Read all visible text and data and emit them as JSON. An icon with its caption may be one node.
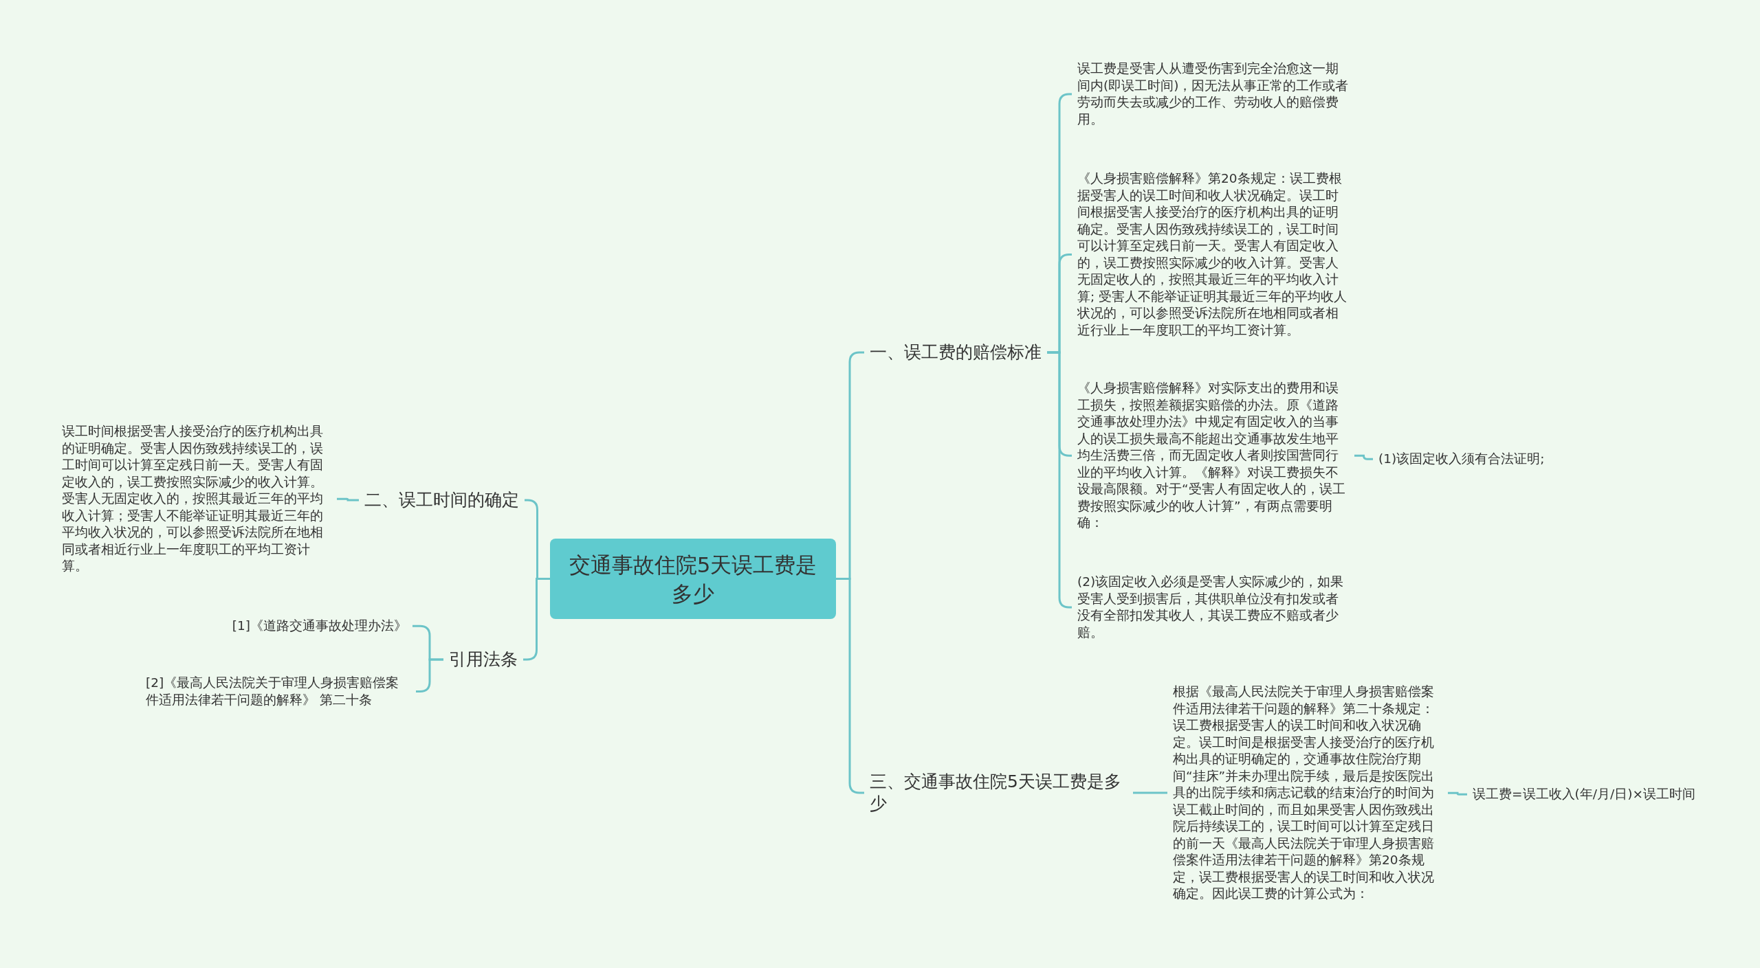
{
  "diagram": {
    "nodes": [
      {
        "text": [
          "交通事故住院5天误工费是多少"
        ]
      },
      {
        "text": [
          "一、误工费的赔偿标准"
        ]
      },
      {
        "text": [
          "误工费是受害人从遭受伤害到完全治愈这一期间内(即误工时间)，因无法从事正常的工作或者劳动而失去或减少的工作、劳动收人的赔偿费用。"
        ]
      },
      {
        "text": [
          "《人身损害赔偿解释》第20条规定：误工费根据受害人的误工时间和收人状况确定。误工时间根据受害人接受治疗的医疗机构出具的证明确定。受害人因伤致残持续误工的，误工时间可以计算至定残日前一天。受害人有固定收入的，误工费按照实际减少的收入计算。受害人无固定收人的，按照其最近三年的平均收入计算; 受害人不能举证证明其最近三年的平均收人状况的，可以参照受诉法院所在地相同或者相近行业上一年度职工的平均工资计算。"
        ]
      },
      {
        "text": [
          "《人身损害赔偿解释》对实际支出的费用和误工损失，按照差额据实赔偿的办法。原《道路交通事故处理办法》中规定有固定收入的当事人的误工损失最高不能超出交通事故发生地平均生活费三倍，而无固定收人者则按国营同行业的平均收入计算。《解释》对误工费损失不设最高限额。对于“受害人有固定收人的，误工费按照实际减少的收人计算”，有两点需要明确："
        ]
      },
      {
        "text": [
          "(1)该固定收入须有合法证明;"
        ]
      },
      {
        "text": [
          "(2)该固定收入必须是受害人实际减少的，如果受害人受到损害后，其供职单位没有扣发或者没有全部扣发其收人，其误工费应不赔或者少赔。"
        ]
      },
      {
        "text": [
          "三、交通事故住院5天误工费是多少"
        ]
      },
      {
        "text": [
          "根据《最高人民法院关于审理人身损害赔偿案件适用法律若干问题的解释》第二十条规定：误工费根据受害人的误工时间和收入状况确定。误工时间是根据受害人接受治疗的医疗机构出具的证明确定的，交通事故住院治疗期间“挂床”并未办理出院手续，最后是按医院出具的出院手续和病志记载的结束治疗的时间为误工截止时间的，而且如果受害人因伤致残出院后持续误工的，误工时间可以计算至定残日的前一天《最高人民法院关于审理人身损害赔偿案件适用法律若干问题的解释》第20条规定，误工费根据受害人的误工时间和收入状况确定。因此误工费的计算公式为："
        ]
      },
      {
        "text": [
          "误工费=误工收入(年/月/日)×误工时间"
        ]
      },
      {
        "text": [
          "二、误工时间的确定"
        ]
      },
      {
        "text": [
          "误工时间根据受害人接受治疗的医疗机构出具的证明确定。受害人因伤致残持续误工的，误工时间可以计算至定残日前一天。受害人有固定收入的，误工费按照实际减少的收入计算。受害人无固定收入的，按照其最近三年的平均收入计算；受害人不能举证证明其最近三年的平均收入状况的，可以参照受诉法院所在地相同或者相近行业上一年度职工的平均工资计算。"
        ]
      },
      {
        "text": [
          "引用法条"
        ]
      },
      {
        "text": [
          "[1]《道路交通事故处理办法》"
        ]
      },
      {
        "text": [
          "[2]《最高人民法院关于审理人身损害赔偿案件适用法律若干问题的解释》 第二十条"
        ]
      }
    ],
    "edges": [
      {
        "from": 0,
        "to": 1,
        "arrow": "none"
      },
      {
        "from": 0,
        "to": 7,
        "arrow": "none"
      },
      {
        "from": 0,
        "to": 10,
        "arrow": "none"
      },
      {
        "from": 0,
        "to": 12,
        "arrow": "none"
      },
      {
        "from": 1,
        "to": 2,
        "arrow": "none"
      },
      {
        "from": 1,
        "to": 3,
        "arrow": "none"
      },
      {
        "from": 1,
        "to": 4,
        "arrow": "none"
      },
      {
        "from": 1,
        "to": 6,
        "arrow": "none"
      },
      {
        "from": 4,
        "to": 5,
        "arrow": "none"
      },
      {
        "from": 7,
        "to": 8,
        "arrow": "none"
      },
      {
        "from": 8,
        "to": 9,
        "arrow": "none"
      },
      {
        "from": 10,
        "to": 11,
        "arrow": "none"
      },
      {
        "from": 12,
        "to": 13,
        "arrow": "none"
      },
      {
        "from": 12,
        "to": 14,
        "arrow": "none"
      }
    ]
  }
}
